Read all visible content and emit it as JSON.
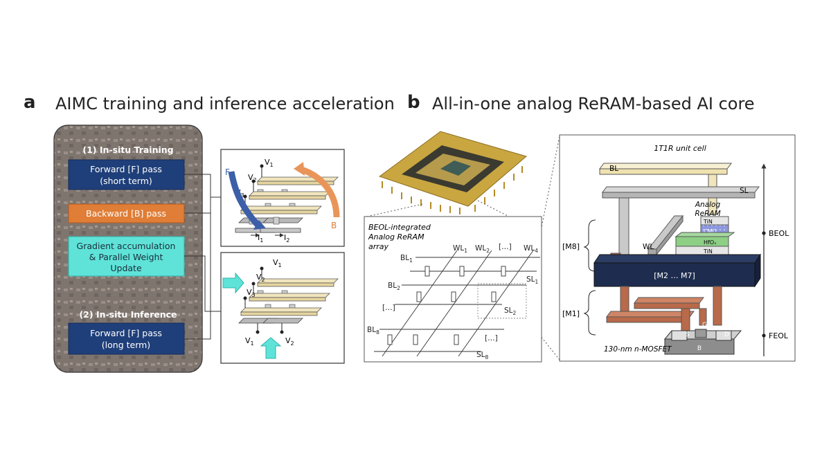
{
  "panel_a": {
    "letter": "a",
    "title": "AIMC training and inference acceleration",
    "training_header": "(1) In-situ Training",
    "forward_short": [
      "Forward [F] pass",
      "(short term)"
    ],
    "backward": "Backward [B] pass",
    "gradient": [
      "Gradient accumulation",
      "& Parallel Weight",
      "Update"
    ],
    "inference_header": "(2) In-situ Inference",
    "forward_long": [
      "Forward [F] pass",
      "(long term)"
    ],
    "crossbar_top": {
      "v1": "V",
      "v1_sub": "1",
      "v2": "V",
      "v2_sub": "2",
      "v3": "V",
      "v3_sub": "3",
      "f": "F",
      "b": "B",
      "i1": "I",
      "i1_sub": "1",
      "i2": "I",
      "i2_sub": "2"
    },
    "crossbar_bottom": {
      "v1": "V",
      "v1_sub": "1",
      "v2": "V",
      "v2_sub": "2",
      "v3": "V",
      "v3_sub": "3",
      "vb1": "V",
      "vb1_sub": "1",
      "vb2": "V",
      "vb2_sub": "2"
    }
  },
  "panel_b": {
    "letter": "b",
    "title": "All-in-one analog ReRAM-based AI core",
    "array_title": [
      "BEOL-integrated",
      "Analog ReRAM",
      "array"
    ],
    "array_labels": {
      "wl1": "WL",
      "wl1_sub": "1",
      "wl2": "WL",
      "wl2_sub": "2",
      "ellipsis": "[…]",
      "wl4": "WL",
      "wl4_sub": "4",
      "bl1": "BL",
      "bl1_sub": "1",
      "bl2": "BL",
      "bl2_sub": "2",
      "bl8": "BL",
      "bl8_sub": "8",
      "sl1": "SL",
      "sl1_sub": "1",
      "sl2": "SL",
      "sl2_sub": "2",
      "sl8": "SL",
      "sl8_sub": "8"
    },
    "cell": {
      "title": "1T1R unit cell",
      "bl": "BL",
      "sl": "SL",
      "wl": "WL",
      "analog_reram": [
        "Analog",
        "ReRAM"
      ],
      "tin_top": "TiN",
      "cmo": "CMO",
      "hfo": "HfOₓ",
      "tin_bottom": "TiN",
      "m8": "[M8]",
      "m2m7": "[M2 … M7]",
      "m1": "[M1]",
      "beol": "BEOL",
      "feol": "FEOL",
      "s": "S",
      "g": "G",
      "d": "D",
      "b": "B",
      "mosfet": "130-nm n-MOSFET"
    }
  },
  "colors": {
    "blue_box": "#1f3f7a",
    "orange_box": "#e07d36",
    "teal_box": "#5fe3d8",
    "rail": "#f1e5bd",
    "copper": "#b86a4a",
    "navy_slab": "#1e2d4f"
  }
}
